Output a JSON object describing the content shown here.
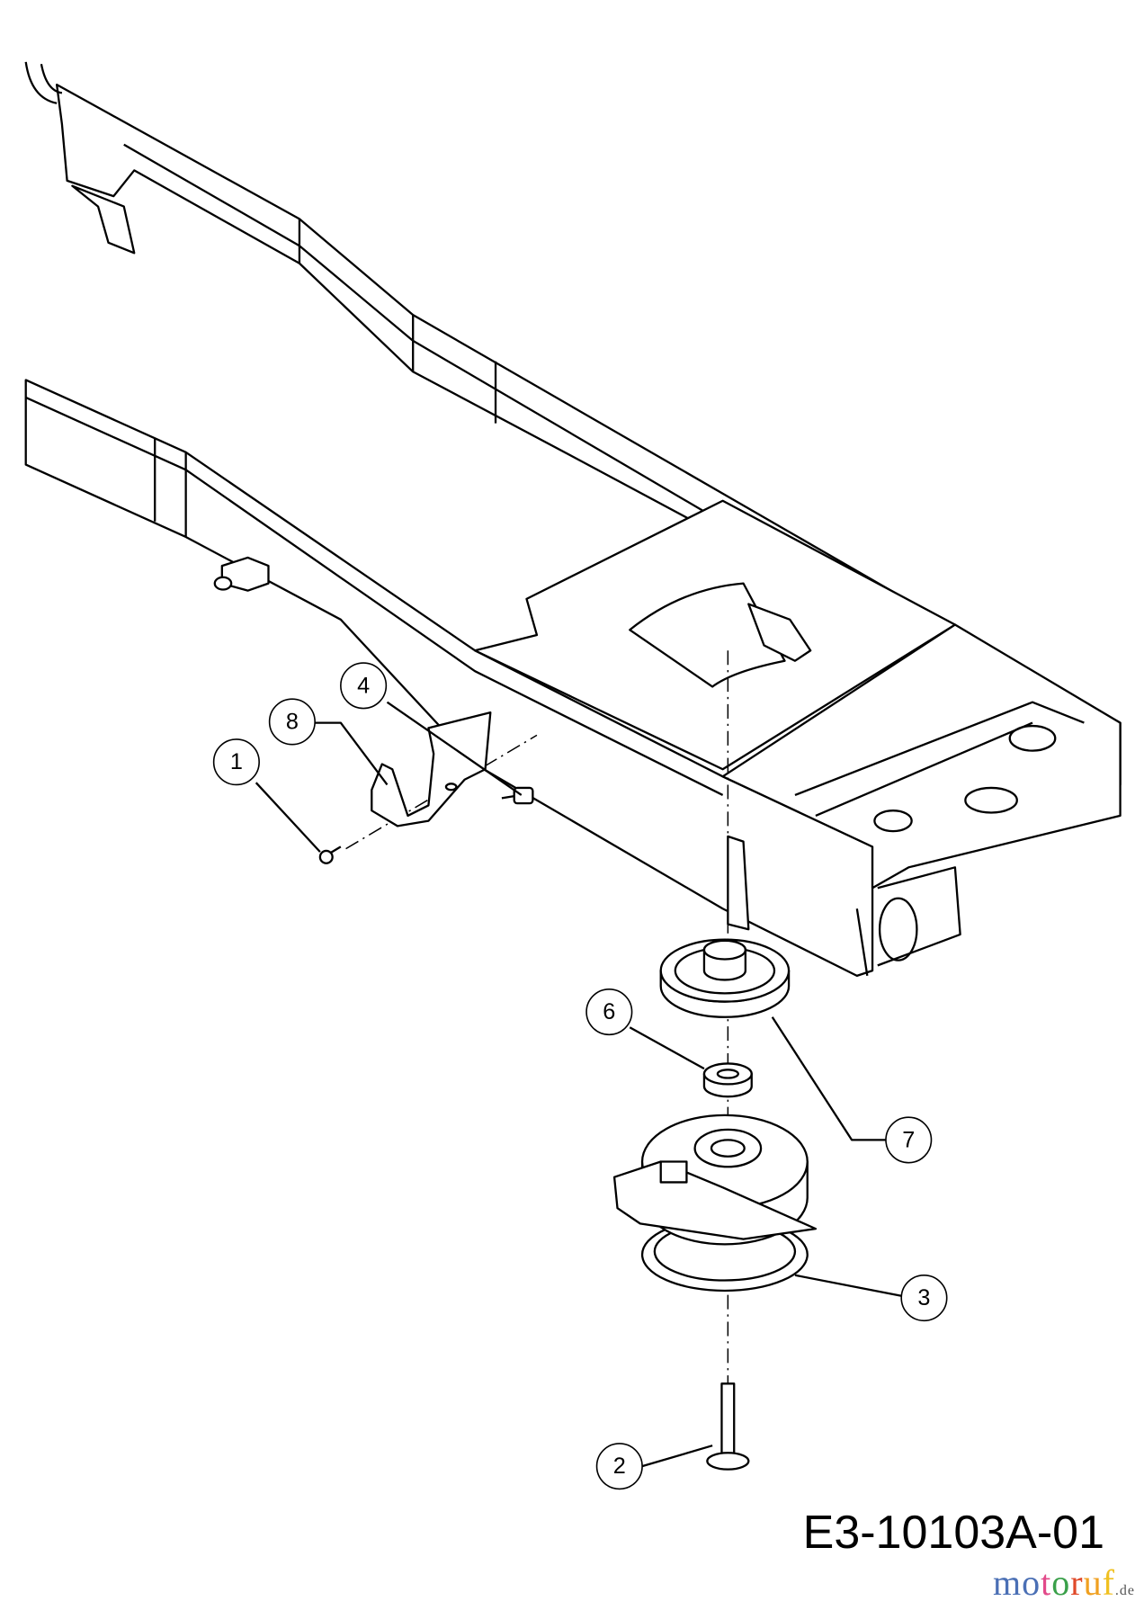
{
  "diagram": {
    "code": "E3-10103A-01",
    "watermark": {
      "text": "motoruf",
      "suffix": ".de",
      "letters": [
        "m",
        "o",
        "t",
        "o",
        "r",
        "u",
        "f"
      ],
      "colors": [
        "#4a6fb5",
        "#4a6fb5",
        "#e24a8a",
        "#3aa04a",
        "#e04a2a",
        "#f0a020",
        "#f0c020"
      ]
    },
    "callouts": [
      {
        "id": "1",
        "label": "1"
      },
      {
        "id": "8",
        "label": "8"
      },
      {
        "id": "4",
        "label": "4"
      },
      {
        "id": "6",
        "label": "6"
      },
      {
        "id": "7",
        "label": "7"
      },
      {
        "id": "3",
        "label": "3"
      },
      {
        "id": "2",
        "label": "2"
      }
    ]
  }
}
